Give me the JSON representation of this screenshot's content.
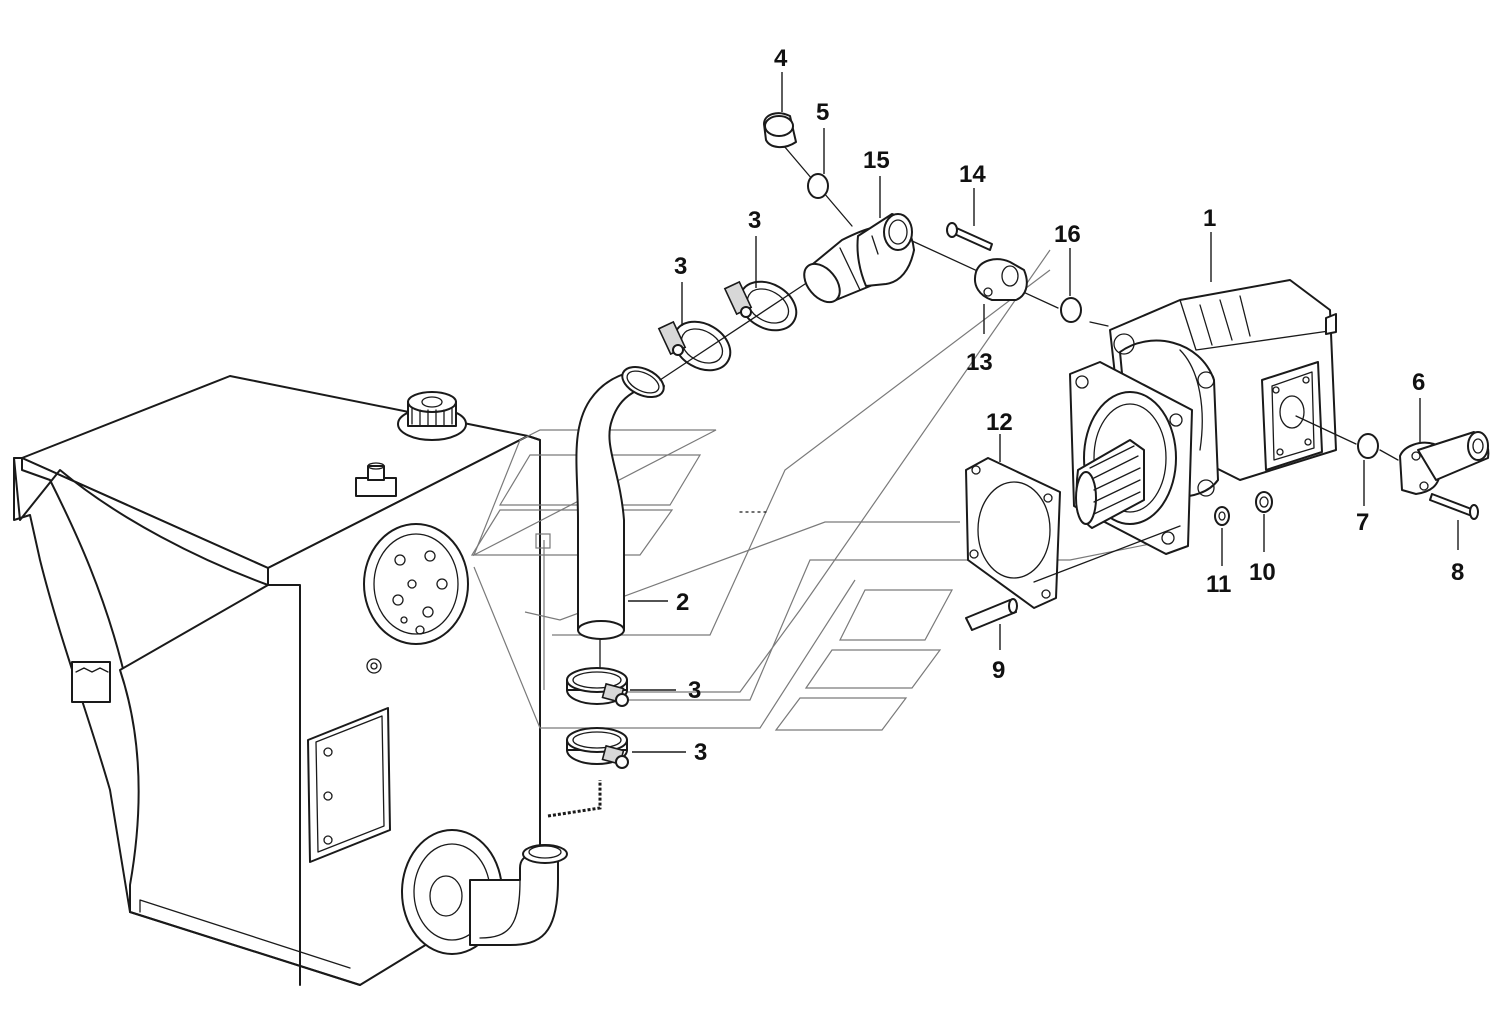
{
  "diagram": {
    "callouts": [
      {
        "id": "c1",
        "label": "1"
      },
      {
        "id": "c2",
        "label": "2"
      },
      {
        "id": "c3a",
        "label": "3"
      },
      {
        "id": "c3b",
        "label": "3"
      },
      {
        "id": "c3c",
        "label": "3"
      },
      {
        "id": "c3d",
        "label": "3"
      },
      {
        "id": "c4",
        "label": "4"
      },
      {
        "id": "c5",
        "label": "5"
      },
      {
        "id": "c6",
        "label": "6"
      },
      {
        "id": "c7",
        "label": "7"
      },
      {
        "id": "c8",
        "label": "8"
      },
      {
        "id": "c9",
        "label": "9"
      },
      {
        "id": "c10",
        "label": "10"
      },
      {
        "id": "c11",
        "label": "11"
      },
      {
        "id": "c12",
        "label": "12"
      },
      {
        "id": "c13",
        "label": "13"
      },
      {
        "id": "c14",
        "label": "14"
      },
      {
        "id": "c15",
        "label": "15"
      },
      {
        "id": "c16",
        "label": "16"
      }
    ]
  }
}
